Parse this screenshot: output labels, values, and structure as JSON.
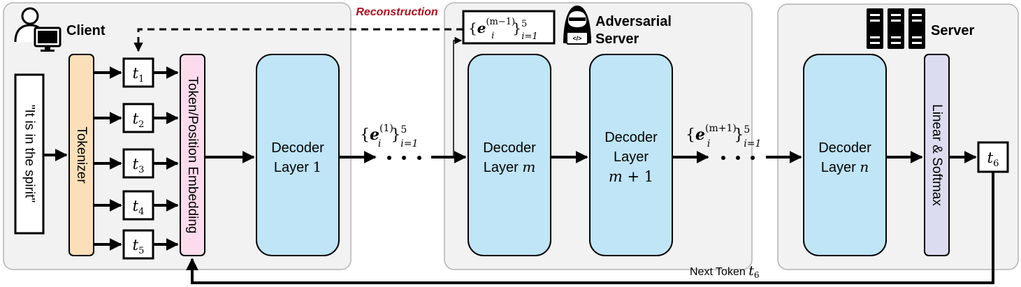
{
  "panels": {
    "client": {
      "title": "Client"
    },
    "adversarial": {
      "title_line1": "Adversarial",
      "title_line2": "Server"
    },
    "server": {
      "title": "Server"
    }
  },
  "input_text": "\"It is in the spirit\"",
  "tokenizer_label": "Tokenizer",
  "embedding_label": "Token/Position Embedding",
  "tokens": [
    {
      "base": "t",
      "sub": "1"
    },
    {
      "base": "t",
      "sub": "2"
    },
    {
      "base": "t",
      "sub": "3"
    },
    {
      "base": "t",
      "sub": "4"
    },
    {
      "base": "t",
      "sub": "5"
    }
  ],
  "decoder_layers": {
    "layer1": {
      "line1": "Decoder",
      "line2_text": "Layer ",
      "line2_math": "1"
    },
    "layer_m": {
      "line1": "Decoder",
      "line2_text": "Layer ",
      "line2_math": "m"
    },
    "layer_m1": {
      "line1": "Decoder",
      "line2": "Layer",
      "line3_math": "m",
      "line3_op": " + ",
      "line3_num": "1"
    },
    "layer_n": {
      "line1": "Decoder",
      "line2_text": "Layer ",
      "line2_math": "n"
    }
  },
  "embeddings": {
    "e1": {
      "sym": "e",
      "sup": "(1)",
      "sub": "i=1",
      "sup2": "5"
    },
    "em1": {
      "sym": "e",
      "sup": "(m+1)",
      "sub": "i=1",
      "sup2": "5"
    },
    "leaked": {
      "sym": "e",
      "sup": "(m−1)",
      "sub": "i=1",
      "sup2": "5"
    }
  },
  "reconstruction_label": "Reconstruction",
  "linear_softmax_label": "Linear & Softmax",
  "output_token": {
    "base": "t",
    "sub": "6"
  },
  "next_token_label": {
    "text": "Next Token ",
    "base": "t",
    "sub": "6"
  },
  "colors": {
    "panel_fill": "#f2f2f2",
    "panel_stroke": "#b3b3b3",
    "tokenizer": "#fbdfb8",
    "embedding": "#fcdcec",
    "decoder": "#bfe5f6",
    "linear": "#dcdcf0",
    "reconstruction": "#b01020"
  }
}
